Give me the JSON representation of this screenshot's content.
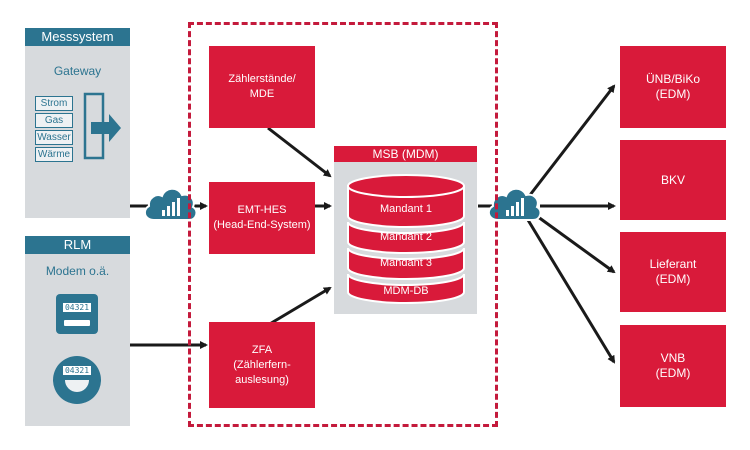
{
  "left": {
    "messsystem": {
      "title": "Messsystem",
      "subtitle": "Gateway",
      "items": [
        "Strom",
        "Gas",
        "Wasser",
        "Wärme"
      ]
    },
    "rlm": {
      "title": "RLM",
      "subtitle": "Modem o.ä.",
      "meter_digits": [
        "04321",
        "04321"
      ]
    }
  },
  "center": {
    "boxes": [
      "Zählerstände/\nMDE",
      "EMT-HES\n(Head-End-System)",
      "ZFA\n(Zählerfern-\nauslesung)"
    ],
    "msb": {
      "title": "MSB (MDM)",
      "layers": [
        "Mandant 1",
        "Mandant 2",
        "Mandant 3",
        "MDM-DB"
      ]
    }
  },
  "right": {
    "targets": [
      "ÜNB/BiKo\n(EDM)",
      "BKV",
      "Lieferant\n(EDM)",
      "VNB\n(EDM)"
    ]
  },
  "icons": [
    "cloud-icon",
    "cloud-icon",
    "gateway-arrow-icon",
    "meter-icon",
    "round-meter-icon"
  ],
  "colors": {
    "red": "#d91a3a",
    "teal": "#2c7490",
    "panel": "#d7dadd"
  }
}
